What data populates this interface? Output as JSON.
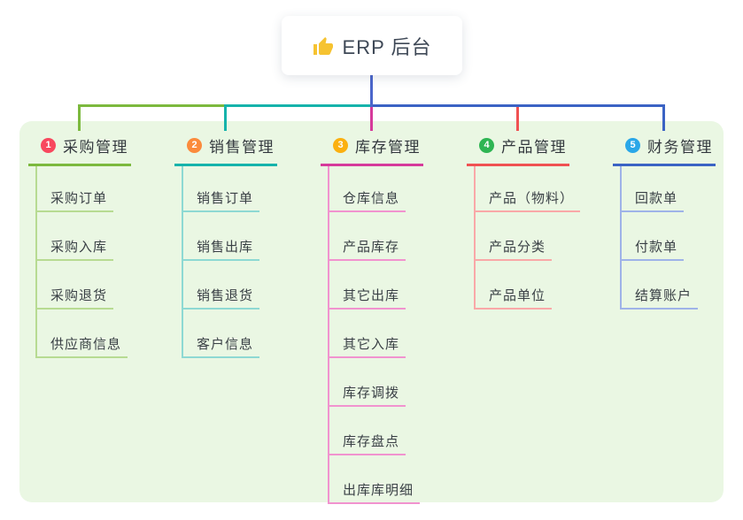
{
  "root": {
    "title": "ERP 后台",
    "icon": "thumbs-up-icon",
    "icon_color": "#f6c331",
    "connector_color": "#4b66cb"
  },
  "panel": {
    "background": "#eaf7e3"
  },
  "branches": [
    {
      "badge": "1",
      "badge_color": "#f8485e",
      "label": "采购管理",
      "line_color": "#7cb93e",
      "light_color": "#b7db92",
      "children": [
        "采购订单",
        "采购入库",
        "采购退货",
        "供应商信息"
      ]
    },
    {
      "badge": "2",
      "badge_color": "#fb8b3c",
      "label": "销售管理",
      "line_color": "#16b3ab",
      "light_color": "#8ed9d3",
      "children": [
        "销售订单",
        "销售出库",
        "销售退货",
        "客户信息"
      ]
    },
    {
      "badge": "3",
      "badge_color": "#fbb00f",
      "label": "库存管理",
      "line_color": "#d63a9b",
      "light_color": "#f193cf",
      "children": [
        "仓库信息",
        "产品库存",
        "其它出库",
        "其它入库",
        "库存调拨",
        "库存盘点",
        "出库库明细"
      ]
    },
    {
      "badge": "4",
      "badge_color": "#2eb553",
      "label": "产品管理",
      "line_color": "#f05152",
      "light_color": "#f9a8a8",
      "children": [
        "产品（物料）",
        "产品分类",
        "产品单位"
      ]
    },
    {
      "badge": "5",
      "badge_color": "#2aa7e8",
      "label": "财务管理",
      "line_color": "#3b63c4",
      "light_color": "#9fb3e8",
      "children": [
        "回款单",
        "付款单",
        "结算账户"
      ]
    }
  ]
}
